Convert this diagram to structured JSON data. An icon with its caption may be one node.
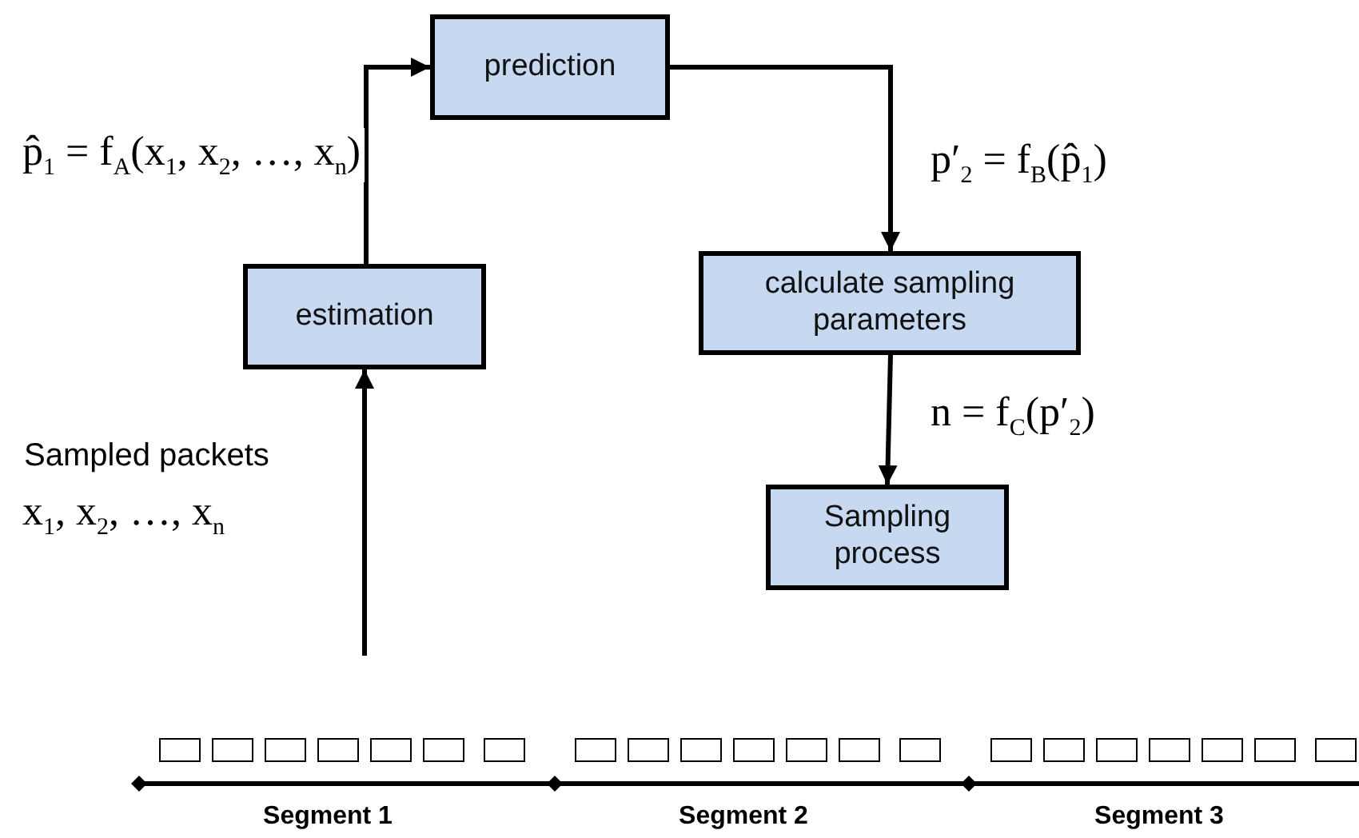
{
  "diagram": {
    "nodes": [
      {
        "text": [
          "prediction"
        ]
      },
      {
        "text": [
          "estimation"
        ]
      },
      {
        "text": [
          "calculate sampling parameters"
        ]
      },
      {
        "text": [
          "Sampling process"
        ]
      }
    ],
    "edges": [
      {
        "from": null,
        "to": 1,
        "arrow": "to"
      },
      {
        "from": 1,
        "to": 0,
        "arrow": "to",
        "label": "p̂$_{1}$ = f$_{A}$(x$_{1}$, x$_{2}$, …, x$_{n}$)"
      },
      {
        "from": 0,
        "to": 2,
        "arrow": "to",
        "label": "p′$_{2}$ = f$_{B}$(p̂$_{1}$)"
      },
      {
        "from": 2,
        "to": 3,
        "arrow": "to",
        "label": "n = f$_{C}$(p′$_{2}$)"
      }
    ],
    "labels": [
      "Sampled packets",
      "x$_{1}$, x$_{2}$, …, x$_{n}$",
      "Segment 1",
      "Segment 2",
      "Segment 3"
    ]
  }
}
